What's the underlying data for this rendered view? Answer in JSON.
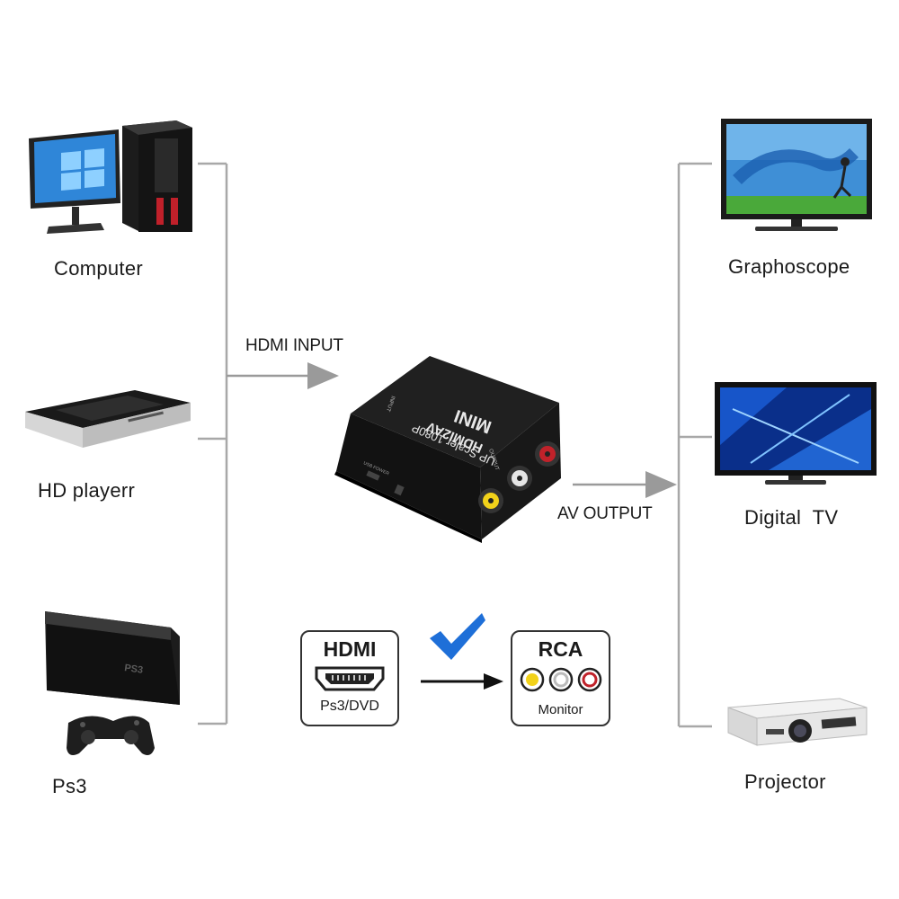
{
  "sources": [
    {
      "label": "Computer",
      "icon": "computer-icon"
    },
    {
      "label": "HD playerr",
      "icon": "hd-player-icon"
    },
    {
      "label": "Ps3",
      "icon": "ps3-console-icon"
    }
  ],
  "outputs": [
    {
      "label": "Graphoscope",
      "icon": "tv-icon"
    },
    {
      "label": "Digital  TV",
      "icon": "digital-tv-icon"
    },
    {
      "label": "Projector",
      "icon": "projector-icon"
    }
  ],
  "connections": {
    "input_label": "HDMI INPUT",
    "output_label": "AV OUTPUT"
  },
  "device": {
    "brand": "MINI",
    "model": "HDMI2AV",
    "subtitle": "UP Scaler 1080P",
    "input_port": "INPUT",
    "output_port": "OUTPUT",
    "power_port": "USB POWER"
  },
  "legend": {
    "from_title": "HDMI",
    "from_caption": "Ps3/DVD",
    "to_title": "RCA",
    "to_caption": "Monitor",
    "check_icon": "checkmark-icon",
    "colors": {
      "yellow": "#f2d21a",
      "white": "#e8e8e8",
      "red": "#c0222a",
      "check": "#1e6fd8"
    }
  }
}
